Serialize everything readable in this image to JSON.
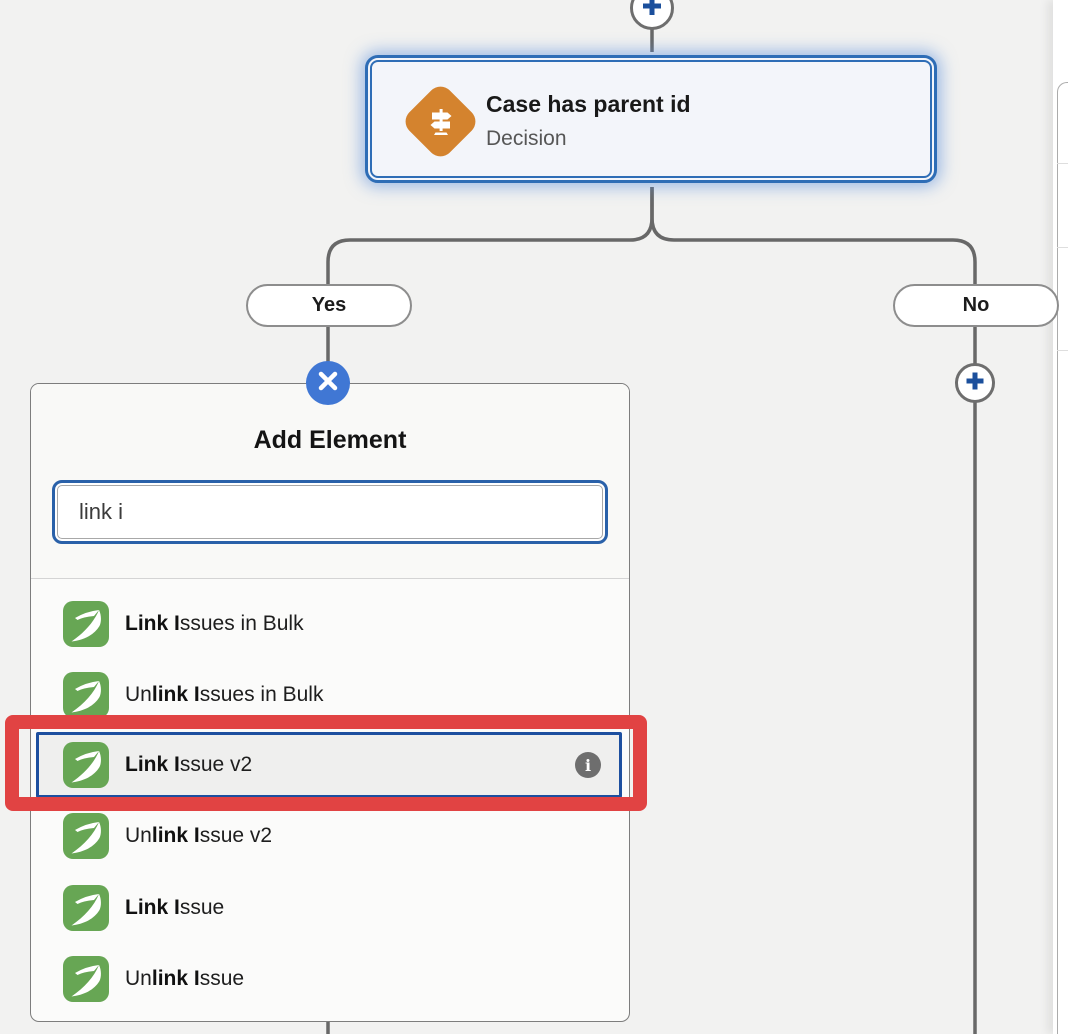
{
  "colors": {
    "selection_blue": "#2e6db6",
    "action_blue": "#1b4f9c",
    "close_button_blue": "#4077d4",
    "red_highlight": "#e14343",
    "icon_green": "#67a654",
    "decision_orange": "#d4832e",
    "connector_gray": "#686868"
  },
  "flow": {
    "top_connector": {
      "icon": "add-icon"
    },
    "decision": {
      "icon": "decision-signpost-icon",
      "title": "Case has parent id",
      "subtitle": "Decision"
    },
    "branches": [
      {
        "label": "Yes",
        "terminal_icon": "close-icon"
      },
      {
        "label": "No",
        "terminal_icon": "add-icon"
      }
    ]
  },
  "popup": {
    "title": "Add Element",
    "search_value": "link i",
    "items": [
      {
        "icon": "zagile-z-icon",
        "selected": false,
        "info_icon": false,
        "segments": [
          [
            "Link",
            1
          ],
          [
            " ",
            0
          ],
          [
            "I",
            1
          ],
          [
            "ssues in Bulk",
            0
          ]
        ]
      },
      {
        "icon": "zagile-z-icon",
        "selected": false,
        "info_icon": false,
        "segments": [
          [
            "Un",
            0
          ],
          [
            "link",
            1
          ],
          [
            " ",
            0
          ],
          [
            "I",
            1
          ],
          [
            "ssues in Bulk",
            0
          ]
        ]
      },
      {
        "icon": "zagile-z-icon",
        "selected": true,
        "info_icon": true,
        "segments": [
          [
            "Link",
            1
          ],
          [
            " ",
            0
          ],
          [
            "I",
            1
          ],
          [
            "ssue v2",
            0
          ]
        ]
      },
      {
        "icon": "zagile-z-icon",
        "selected": false,
        "info_icon": false,
        "segments": [
          [
            "Un",
            0
          ],
          [
            "link",
            1
          ],
          [
            " ",
            0
          ],
          [
            "I",
            1
          ],
          [
            "ssue v2",
            0
          ]
        ]
      },
      {
        "icon": "zagile-z-icon",
        "selected": false,
        "info_icon": false,
        "segments": [
          [
            "Link",
            1
          ],
          [
            " ",
            0
          ],
          [
            "I",
            1
          ],
          [
            "ssue",
            0
          ]
        ]
      },
      {
        "icon": "zagile-z-icon",
        "selected": false,
        "info_icon": false,
        "segments": [
          [
            "Un",
            0
          ],
          [
            "link",
            1
          ],
          [
            " ",
            0
          ],
          [
            "I",
            1
          ],
          [
            "ssue",
            0
          ]
        ]
      }
    ]
  },
  "annotation": {
    "type": "red-highlight-box",
    "target_item": "Link Issue v2"
  }
}
